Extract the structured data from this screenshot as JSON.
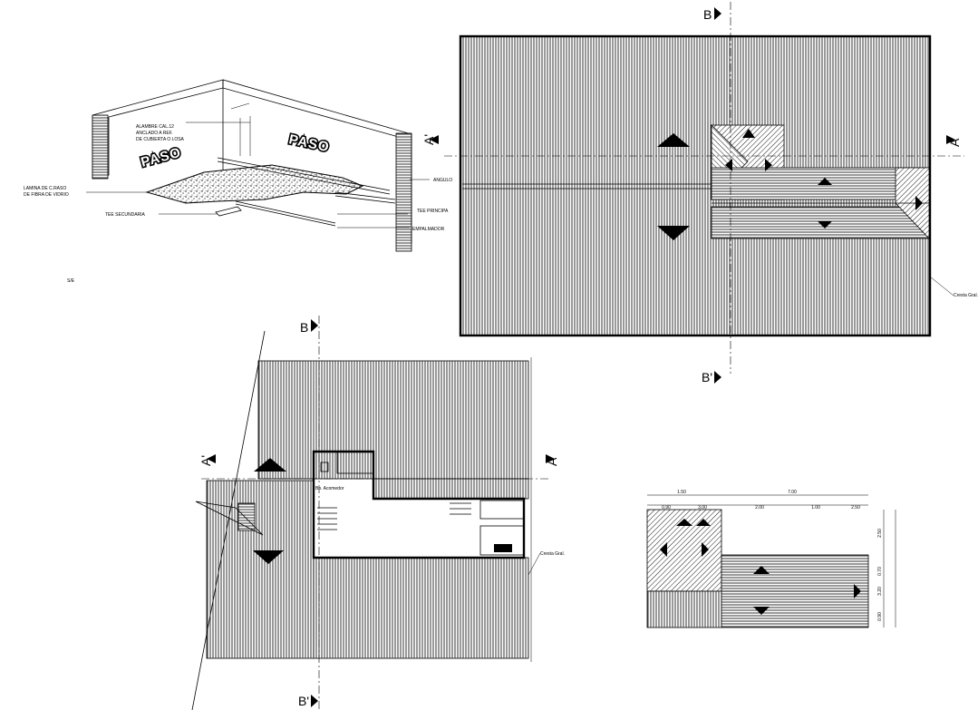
{
  "ceiling_detail": {
    "label_alambre": [
      "ALAMBRE CAL.12",
      "ANCLADO A REF.",
      "DE CUBIERTA O LOSA"
    ],
    "label_lamina": [
      "LAMINA DE C.RASO",
      "DE FIBRA DE VIDRIO"
    ],
    "label_tee_secundaria": "TEE SECUNDARIA",
    "label_angulo": "ANGULO",
    "label_tee_principal": "TEE PRINCIPA",
    "label_empalmador": "EMPALMADOR",
    "wall_label_left": "PASO",
    "wall_label_right": "PASO",
    "scale_note": "S/E"
  },
  "roof_plan_top": {
    "section_b_top": "B",
    "section_b_bottom": "B'",
    "section_a_left": "A'",
    "section_a_right": "A",
    "side_note": "Cresta Gral."
  },
  "floor_plan": {
    "section_b_top": "B",
    "section_b_bottom": "B'",
    "section_a_left": "A'",
    "section_a_right": "A",
    "room_label": "Bo. Acomedor",
    "note_label": "Cresta Gral."
  },
  "small_plan": {
    "top_dimensions": [
      "1.50",
      "7.00",
      "0.90",
      "3.00",
      "2.00",
      "1.00",
      "2.50"
    ],
    "side_dimensions": [
      "2.50",
      "0.70",
      "3.20",
      "0.90"
    ]
  },
  "colors": {
    "ink": "#000000",
    "paper": "#ffffff"
  }
}
